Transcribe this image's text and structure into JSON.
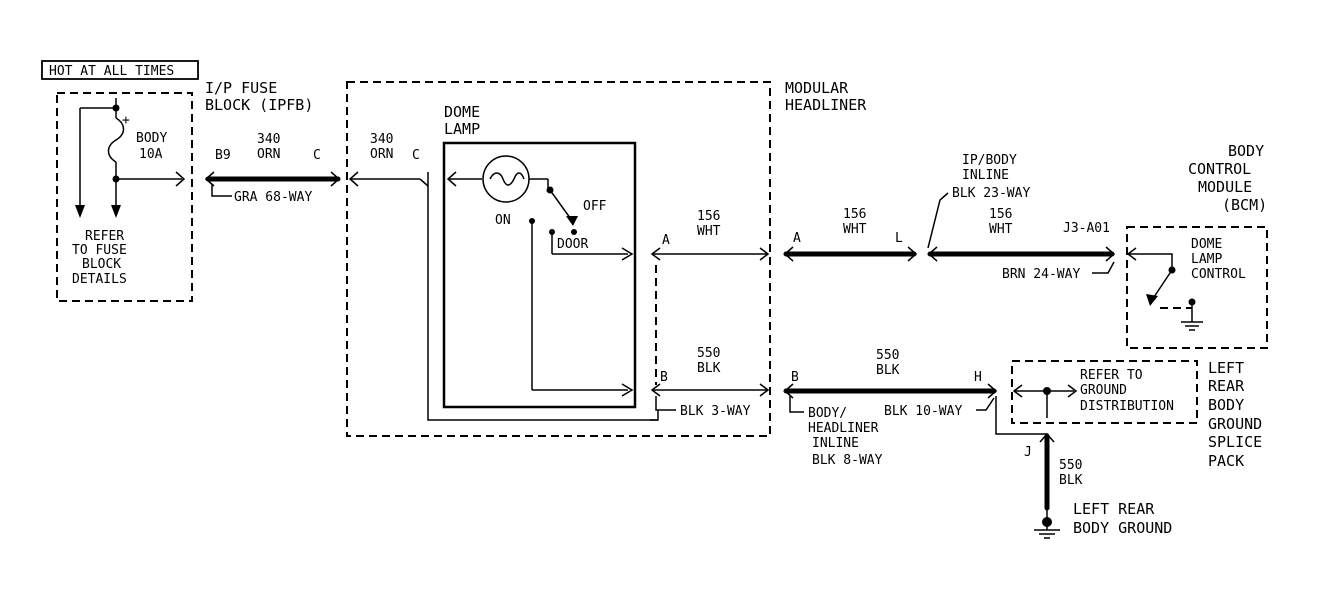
{
  "hot_label": "HOT AT ALL TIMES",
  "fuse_block": {
    "title_line1": "I/P FUSE",
    "title_line2": "BLOCK (IPFB)",
    "fuse_name": "BODY",
    "fuse_rating": "10A",
    "plus": "+",
    "refer_line1": "REFER",
    "refer_line2": "TO FUSE",
    "refer_line3": "BLOCK",
    "refer_line4": "DETAILS",
    "pin_left": "B9",
    "pin_right": "C",
    "wire_num": "340",
    "wire_color": "ORN",
    "connector": "GRA 68-WAY"
  },
  "headliner": {
    "title_line1": "MODULAR",
    "title_line2": "HEADLINER",
    "in_wire_num": "340",
    "in_wire_color": "ORN",
    "in_pin": "C",
    "lamp_line1": "DOME",
    "lamp_line2": "LAMP",
    "sw_off": "OFF",
    "sw_on": "ON",
    "sw_door": "DOOR",
    "pin_a": "A",
    "pin_b": "B",
    "wire_a_num": "156",
    "wire_a_color": "WHT",
    "wire_b_num": "550",
    "wire_b_color": "BLK",
    "connector": "BLK 3-WAY"
  },
  "ip_body_inline": {
    "line1": "IP/BODY",
    "line2": "INLINE",
    "line3": "BLK 23-WAY",
    "pin_a": "A",
    "pin_l": "L",
    "wire1_num": "156",
    "wire1_color": "WHT",
    "wire2_num": "156",
    "wire2_color": "WHT",
    "bcm_pin": "J3-A01",
    "bcm_connector": "BRN 24-WAY"
  },
  "bcm": {
    "line1": "BODY",
    "line2": "CONTROL",
    "line3": "MODULE",
    "line4": "(BCM)",
    "ctrl_line1": "DOME",
    "ctrl_line2": "LAMP",
    "ctrl_line3": "CONTROL"
  },
  "body_headliner_inline": {
    "pin_b": "B",
    "pin_h": "H",
    "wire_num": "550",
    "wire_color": "BLK",
    "line1": "BODY/",
    "line2": "HEADLINER",
    "line3": "INLINE",
    "line4": "BLK 8-WAY",
    "connector": "BLK 10-WAY"
  },
  "splice_pack": {
    "refer_line1": "REFER TO",
    "refer_line2": "GROUND",
    "refer_line3": "DISTRIBUTION",
    "title_line1": "LEFT",
    "title_line2": "REAR",
    "title_line3": "BODY",
    "title_line4": "GROUND",
    "title_line5": "SPLICE",
    "title_line6": "PACK",
    "pin_j": "J",
    "wire_num": "550",
    "wire_color": "BLK"
  },
  "ground": {
    "line1": "LEFT REAR",
    "line2": "BODY GROUND"
  }
}
